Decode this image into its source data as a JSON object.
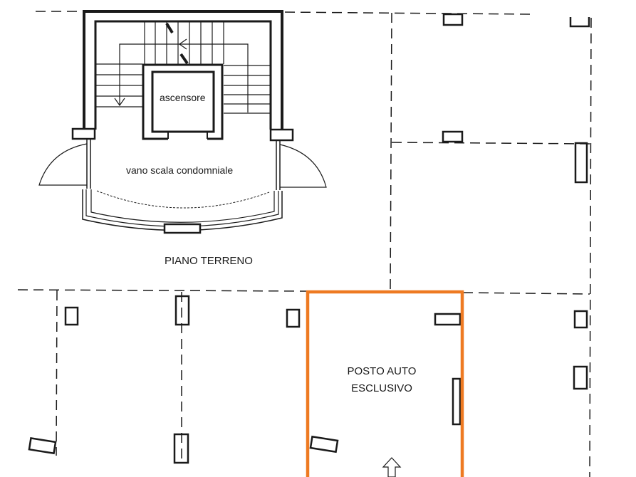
{
  "plan": {
    "title": "PIANO TERRENO",
    "rooms": {
      "elevator": "ascensore",
      "stairwell": "vano scala condomniale",
      "parking_line1": "POSTO AUTO",
      "parking_line2": "ESCLUSIVO"
    },
    "colors": {
      "wall": "#1a1a1a",
      "highlight": "#ee7a22",
      "background": "#ffffff"
    },
    "icons": [
      "entrance-arrow-icon",
      "stair-arrow-icon"
    ]
  }
}
